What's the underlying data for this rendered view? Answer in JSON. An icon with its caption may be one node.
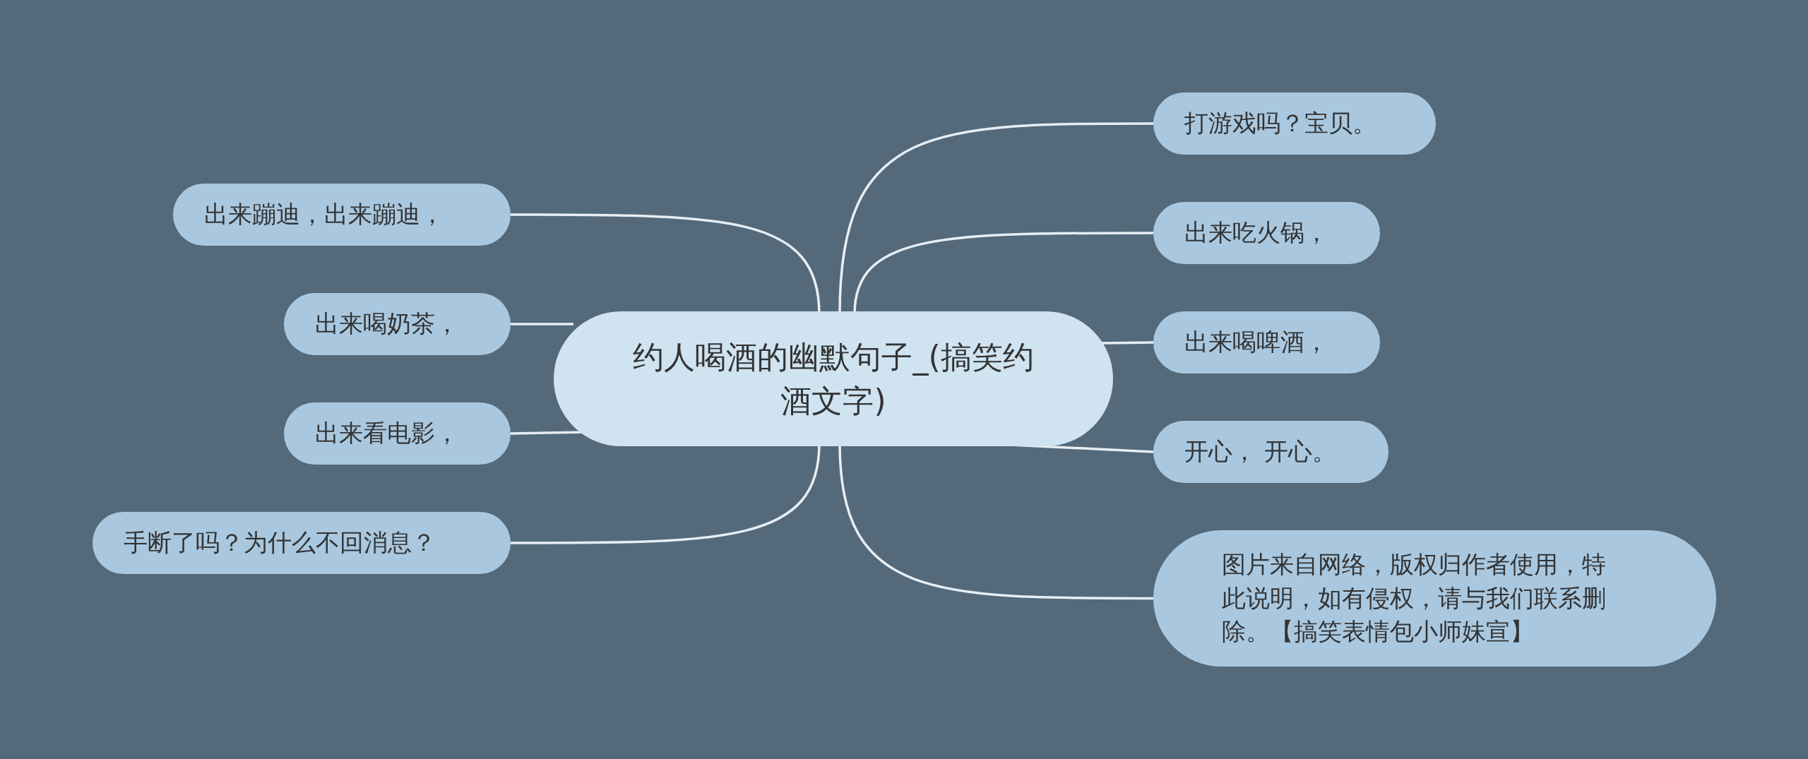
{
  "diagram": {
    "nodes": [
      {
        "text": [
          "约人喝酒的幽默句子_(搞笑约酒文字)"
        ]
      },
      {
        "text": [
          "打游戏吗？宝贝。"
        ]
      },
      {
        "text": [
          "出来吃火锅，"
        ]
      },
      {
        "text": [
          "出来喝啤酒，"
        ]
      },
      {
        "text": [
          "开心， 开心。"
        ]
      },
      {
        "text": [
          "图片来自网络，版权归作者使用，特此说明，如有侵权，请与我们联系删除。【搞笑表情包小师妹宣】"
        ]
      },
      {
        "text": [
          "出来蹦迪，出来蹦迪，"
        ]
      },
      {
        "text": [
          "出来喝奶茶，"
        ]
      },
      {
        "text": [
          "出来看电影，"
        ]
      },
      {
        "text": [
          "手断了吗？为什么不回消息？"
        ]
      }
    ],
    "edges": [
      {
        "from": 0,
        "to": 1,
        "arrow": "none"
      },
      {
        "from": 0,
        "to": 2,
        "arrow": "none"
      },
      {
        "from": 0,
        "to": 3,
        "arrow": "none"
      },
      {
        "from": 0,
        "to": 4,
        "arrow": "none"
      },
      {
        "from": 0,
        "to": 5,
        "arrow": "none"
      },
      {
        "from": 0,
        "to": 6,
        "arrow": "none"
      },
      {
        "from": 0,
        "to": 7,
        "arrow": "none"
      },
      {
        "from": 0,
        "to": 8,
        "arrow": "none"
      },
      {
        "from": 0,
        "to": 9,
        "arrow": "none"
      }
    ]
  }
}
